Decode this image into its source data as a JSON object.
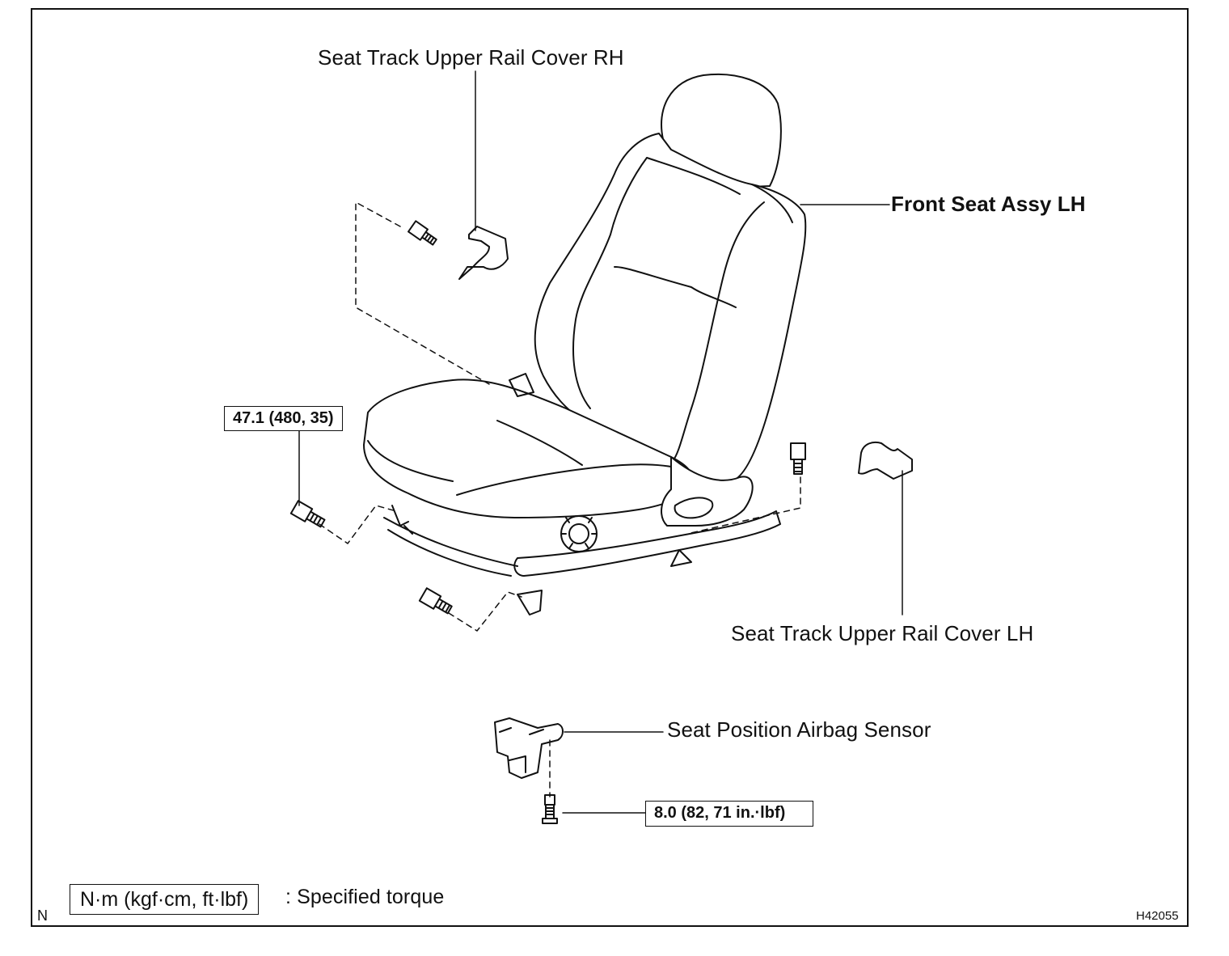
{
  "callouts": {
    "rail_cover_rh": "Seat Track Upper Rail Cover RH",
    "front_seat": "Front Seat Assy LH",
    "rail_cover_lh": "Seat Track Upper Rail Cover LH",
    "airbag_sensor": "Seat Position Airbag Sensor"
  },
  "torque_specs": {
    "seat_bolt": "47.1 (480, 35)",
    "sensor_bolt": "8.0 (82, 71 in.·lbf)"
  },
  "legend": {
    "units": "N·m (kgf·cm, ft·lbf)",
    "meaning": ": Specified torque"
  },
  "corner_mark": "N",
  "figure_code": "H42055"
}
